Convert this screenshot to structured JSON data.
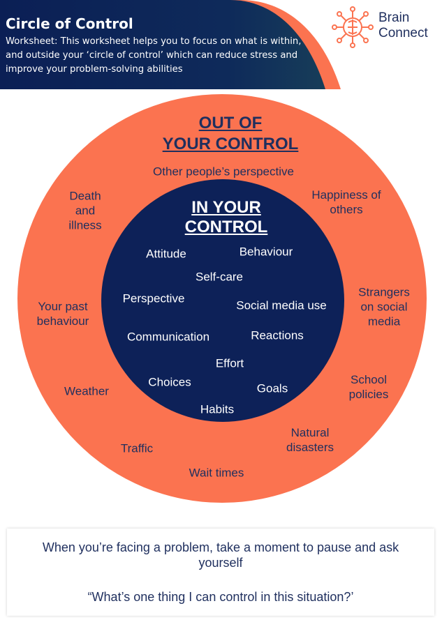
{
  "header": {
    "title": "Circle of Control",
    "subtitle": "Worksheet: This worksheet helps you to focus on what is within, and outside your ‘circle of control’ which can reduce stress and improve your problem-solving abilities",
    "brand_line1": "Brain",
    "brand_line2": "Connect",
    "logo_icon": "brain-network-icon"
  },
  "colors": {
    "navy": "#0d2158",
    "orange": "#fb7350",
    "text_navy": "#1f2f5e"
  },
  "outer_circle": {
    "title_line1": "OUT OF",
    "title_line2": "YOUR CONTROL",
    "items": [
      "Other people’s perspective",
      "Death and illness",
      "Happiness of others",
      "Your past behaviour",
      "Strangers on social media",
      "Weather",
      "School policies",
      "Traffic",
      "Natural disasters",
      "Wait times"
    ]
  },
  "inner_circle": {
    "title_line1": "IN YOUR",
    "title_line2": "CONTROL",
    "items": [
      "Attitude",
      "Behaviour",
      "Self-care",
      "Perspective",
      "Social media use",
      "Communication",
      "Reactions",
      "Effort",
      "Choices",
      "Goals",
      "Habits"
    ]
  },
  "prompt": {
    "main": "When you’re facing a problem, take a moment to pause and ask yourself",
    "quote": "“What’s one thing I can control in this situation?’"
  }
}
